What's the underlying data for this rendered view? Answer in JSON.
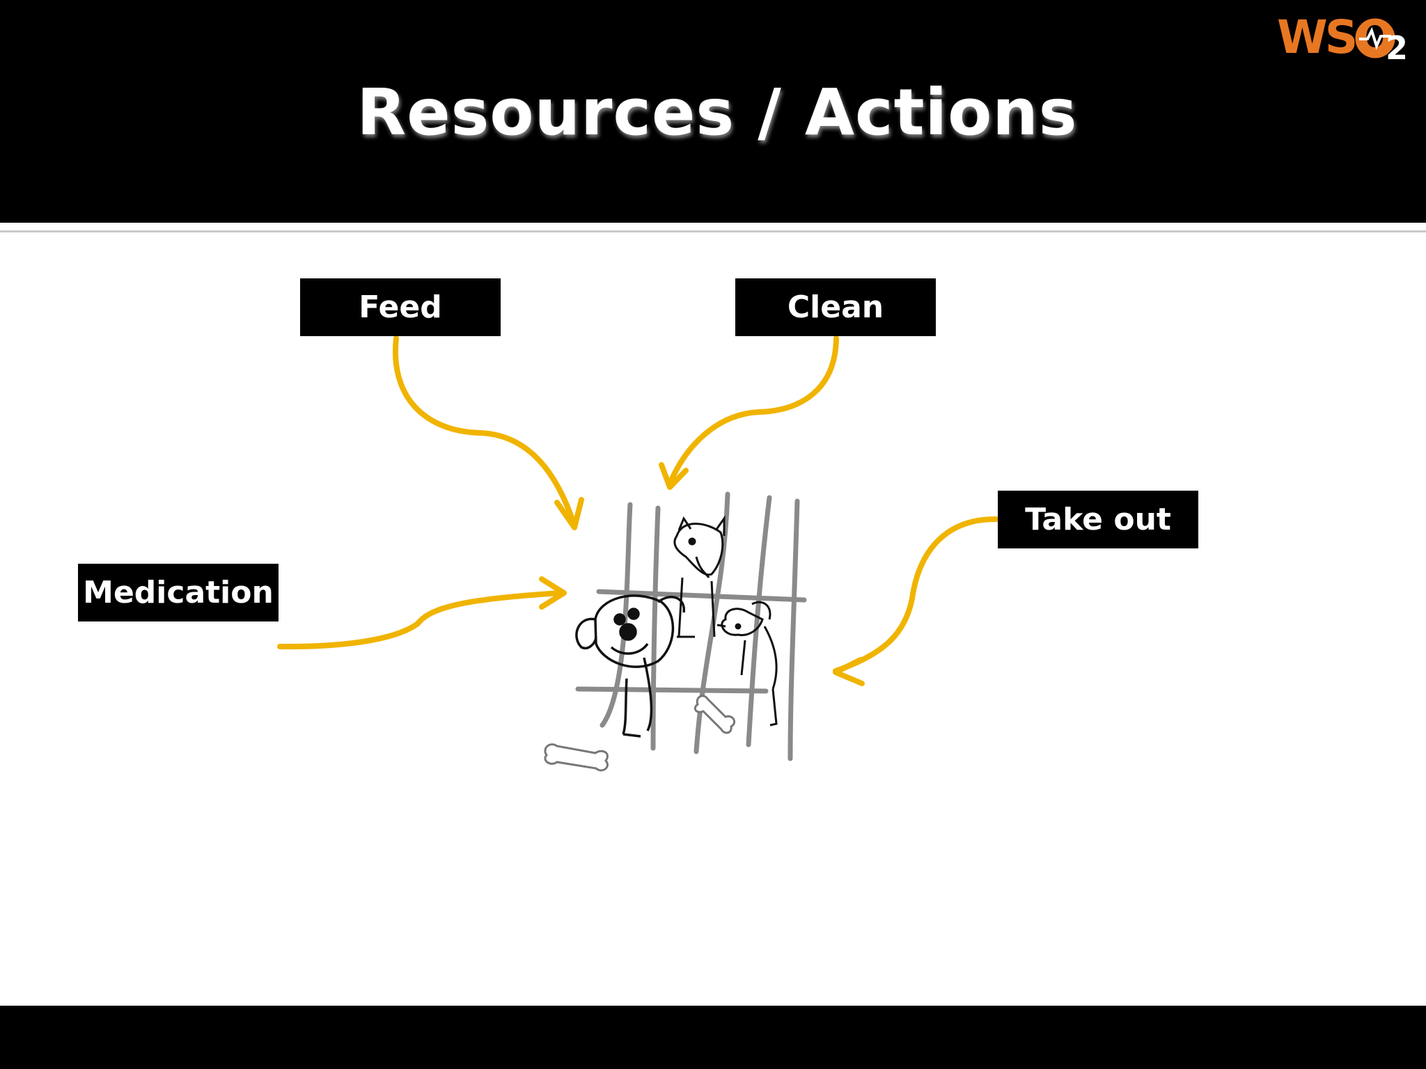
{
  "slide": {
    "title": "Resources / Actions"
  },
  "logo": {
    "text": "WSO",
    "subscript": "2",
    "color": "#e87722"
  },
  "diagram": {
    "center_image": "dogs-in-kennel-sketch",
    "arrow_color": "#f0b400",
    "actions": [
      {
        "label": "Feed"
      },
      {
        "label": "Clean"
      },
      {
        "label": "Take out"
      },
      {
        "label": "Medication"
      }
    ]
  }
}
